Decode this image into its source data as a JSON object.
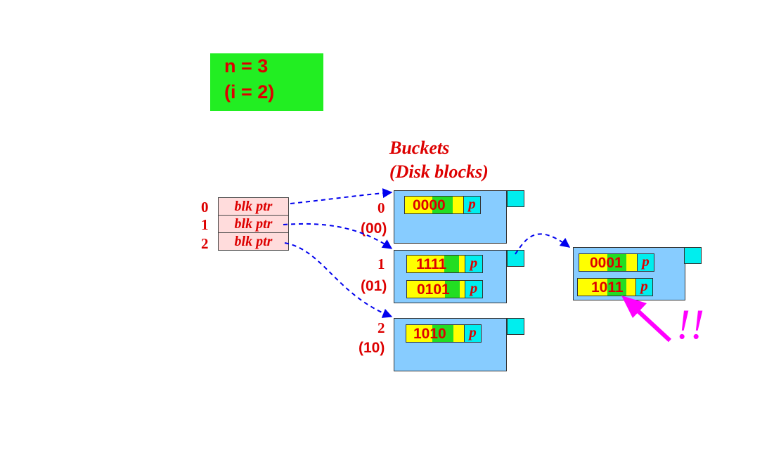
{
  "info": {
    "n_line": "n = 3",
    "i_line": "(i = 2)"
  },
  "buckets_title": {
    "line1": "Buckets",
    "line2": "(Disk blocks)"
  },
  "directory": {
    "rows": [
      {
        "index": "0",
        "label": "blk ptr"
      },
      {
        "index": "1",
        "label": "blk ptr"
      },
      {
        "index": "2",
        "label": "blk ptr"
      }
    ]
  },
  "buckets": [
    {
      "index": "0",
      "code": "(00)",
      "records": [
        {
          "key": "0000",
          "ptr": "p"
        }
      ]
    },
    {
      "index": "1",
      "code": "(01)",
      "records": [
        {
          "key": "1111",
          "ptr": "p"
        },
        {
          "key": "0101",
          "ptr": "p"
        }
      ]
    },
    {
      "index": "2",
      "code": "(10)",
      "records": [
        {
          "key": "1010",
          "ptr": "p"
        }
      ]
    }
  ],
  "overflow_bucket": {
    "records": [
      {
        "key": "0001",
        "ptr": "p"
      },
      {
        "key": "1011",
        "ptr": "p"
      }
    ]
  },
  "annotation": {
    "text": "!!"
  },
  "colors": {
    "label_red": "#dd0000",
    "info_green": "#22ee22",
    "bucket_blue": "#87ccff",
    "key_yellow": "#ffff00",
    "key_green": "#22dd22",
    "pointer_cyan": "#00eeee",
    "directory_pink": "#ffdcdc",
    "arrow_blue": "#0000ee",
    "annotation_magenta": "#ff00ff"
  }
}
